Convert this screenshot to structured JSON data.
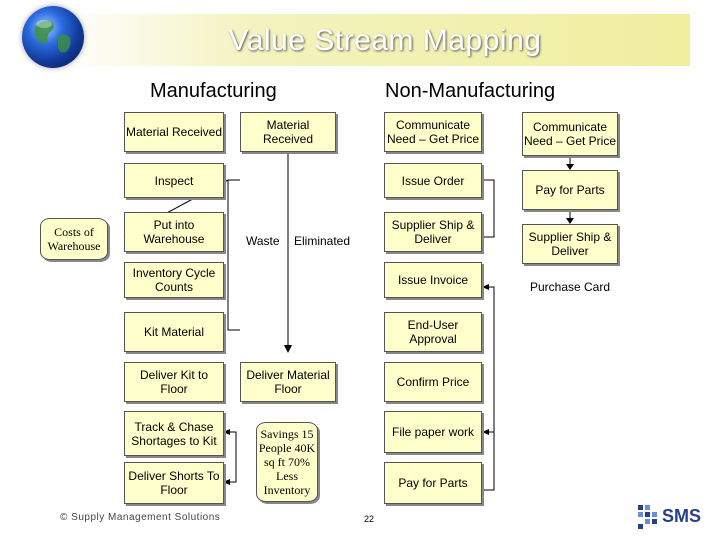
{
  "title": "Value Stream Mapping",
  "sections": {
    "manufacturing": "Manufacturing",
    "non_manufacturing": "Non-Manufacturing"
  },
  "manufacturing": {
    "material_received": "Material Received",
    "inspect": "Inspect",
    "put_into_warehouse": "Put into Warehouse",
    "inventory_cycle_counts": "Inventory Cycle Counts",
    "kit_material": "Kit Material",
    "deliver_kit_to_floor": "Deliver Kit to Floor",
    "track_chase": "Track & Chase Shortages to Kit",
    "deliver_shorts": "Deliver Shorts To Floor"
  },
  "manufacturing_new": {
    "material_received": "Material Received",
    "deliver_material_floor": "Deliver Material Floor",
    "waste": "Waste",
    "eliminated": "Eliminated"
  },
  "costs_of_warehouse": "Costs of Warehouse",
  "savings": "Savings 15 People 40K sq ft 70% Less Inventory",
  "non_manufacturing": {
    "communicate": "Communicate Need – Get Price",
    "issue_order": "Issue Order",
    "supplier_ship": "Supplier Ship & Deliver",
    "issue_invoice": "Issue Invoice",
    "end_user_approval": "End-User Approval",
    "confirm_price": "Confirm Price",
    "file_paper_work": "File paper work",
    "pay_for_parts": "Pay for Parts"
  },
  "non_manufacturing_new": {
    "communicate": "Communicate Need – Get Price",
    "pay_for_parts": "Pay for Parts",
    "supplier_ship": "Supplier Ship & Deliver",
    "purchase_card": "Purchase Card"
  },
  "footer": "© Supply Management Solutions",
  "page_number": "22",
  "logo_text": "SMS",
  "colors": {
    "box_fill": "#ffffcc",
    "title_band": "#f0ee9e",
    "logo": "#27408b"
  }
}
